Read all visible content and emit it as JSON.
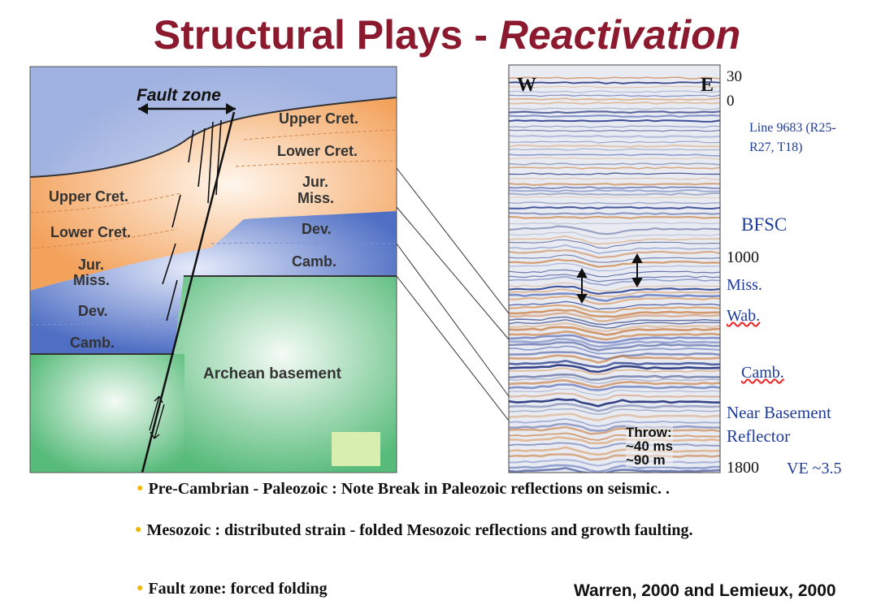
{
  "title": {
    "main": "Structural Plays - ",
    "italic": "Reactivation"
  },
  "geology": {
    "fault_zone": "Fault zone",
    "right_layers": [
      "Upper Cret.",
      "Lower Cret.",
      "Jur.",
      "Miss.",
      "Dev.",
      "Camb."
    ],
    "left_layers": [
      "Upper Cret.",
      "Lower Cret.",
      "Jur.",
      "Miss.",
      "Dev.",
      "Camb."
    ],
    "basement": "Archean basement",
    "colors": {
      "sky": "#9fb1e0",
      "orange": "#f3a25c",
      "blue": "#4f6fc4",
      "green": "#57bb7a"
    }
  },
  "seismic": {
    "west": "W",
    "east": "E",
    "throw": [
      "Throw:",
      "~40 ms",
      "~90 m"
    ]
  },
  "annotations": {
    "t30": "30",
    "t0": "0",
    "line": [
      "Line 9683 (R25-",
      "R27, T18)"
    ],
    "bfsc": "BFSC",
    "t1000": "1000",
    "miss": "Miss.",
    "wab": "Wab.",
    "camb": "Camb.",
    "near_basement": [
      "Near Basement",
      "Reflector"
    ],
    "t1800": "1800",
    "ve": "VE ~3.5"
  },
  "bullets": [
    "Pre-Cambrian - Paleozoic : Note Break in Paleozoic reflections on seismic. .",
    "Mesozoic : distributed strain - folded Mesozoic reflections and growth faulting.",
    "Fault zone: forced folding"
  ],
  "reference": "Warren, 2000 and Lemieux, 2000"
}
